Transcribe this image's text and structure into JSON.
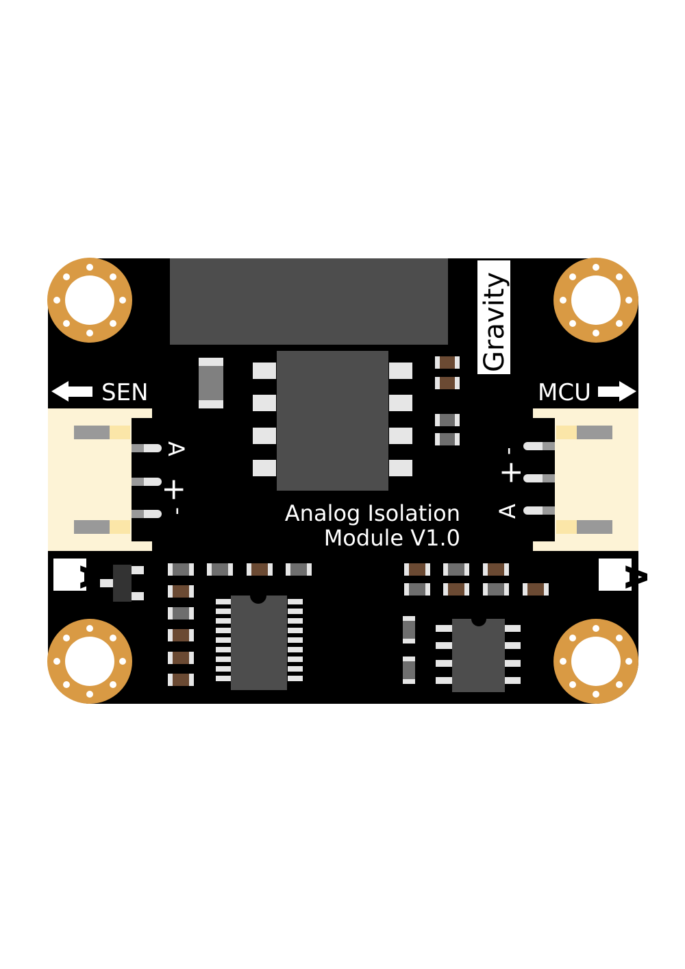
{
  "board": {
    "brand": "Gravity",
    "title_line1": "Analog Isolation",
    "title_line2": "Module V1.0",
    "left_port": {
      "name": "SEN",
      "type_badge": "A",
      "pins": [
        "A",
        "+",
        "-"
      ]
    },
    "right_port": {
      "name": "MCU",
      "type_badge": "A",
      "pins": [
        "-",
        "+",
        "A"
      ]
    }
  },
  "colors": {
    "pcb": "#000000",
    "pad_gold": "#d99a44",
    "ic_body": "#4d4d4d",
    "connector": "#fdf3d6",
    "resistor_brown": "#6b4a33",
    "resistor_gray": "#6e6e6e",
    "pad_silver": "#e6e6e6",
    "silk": "#ffffff"
  },
  "icons": [
    "arrow-left-icon",
    "arrow-right-icon",
    "mounting-hole-icon"
  ]
}
